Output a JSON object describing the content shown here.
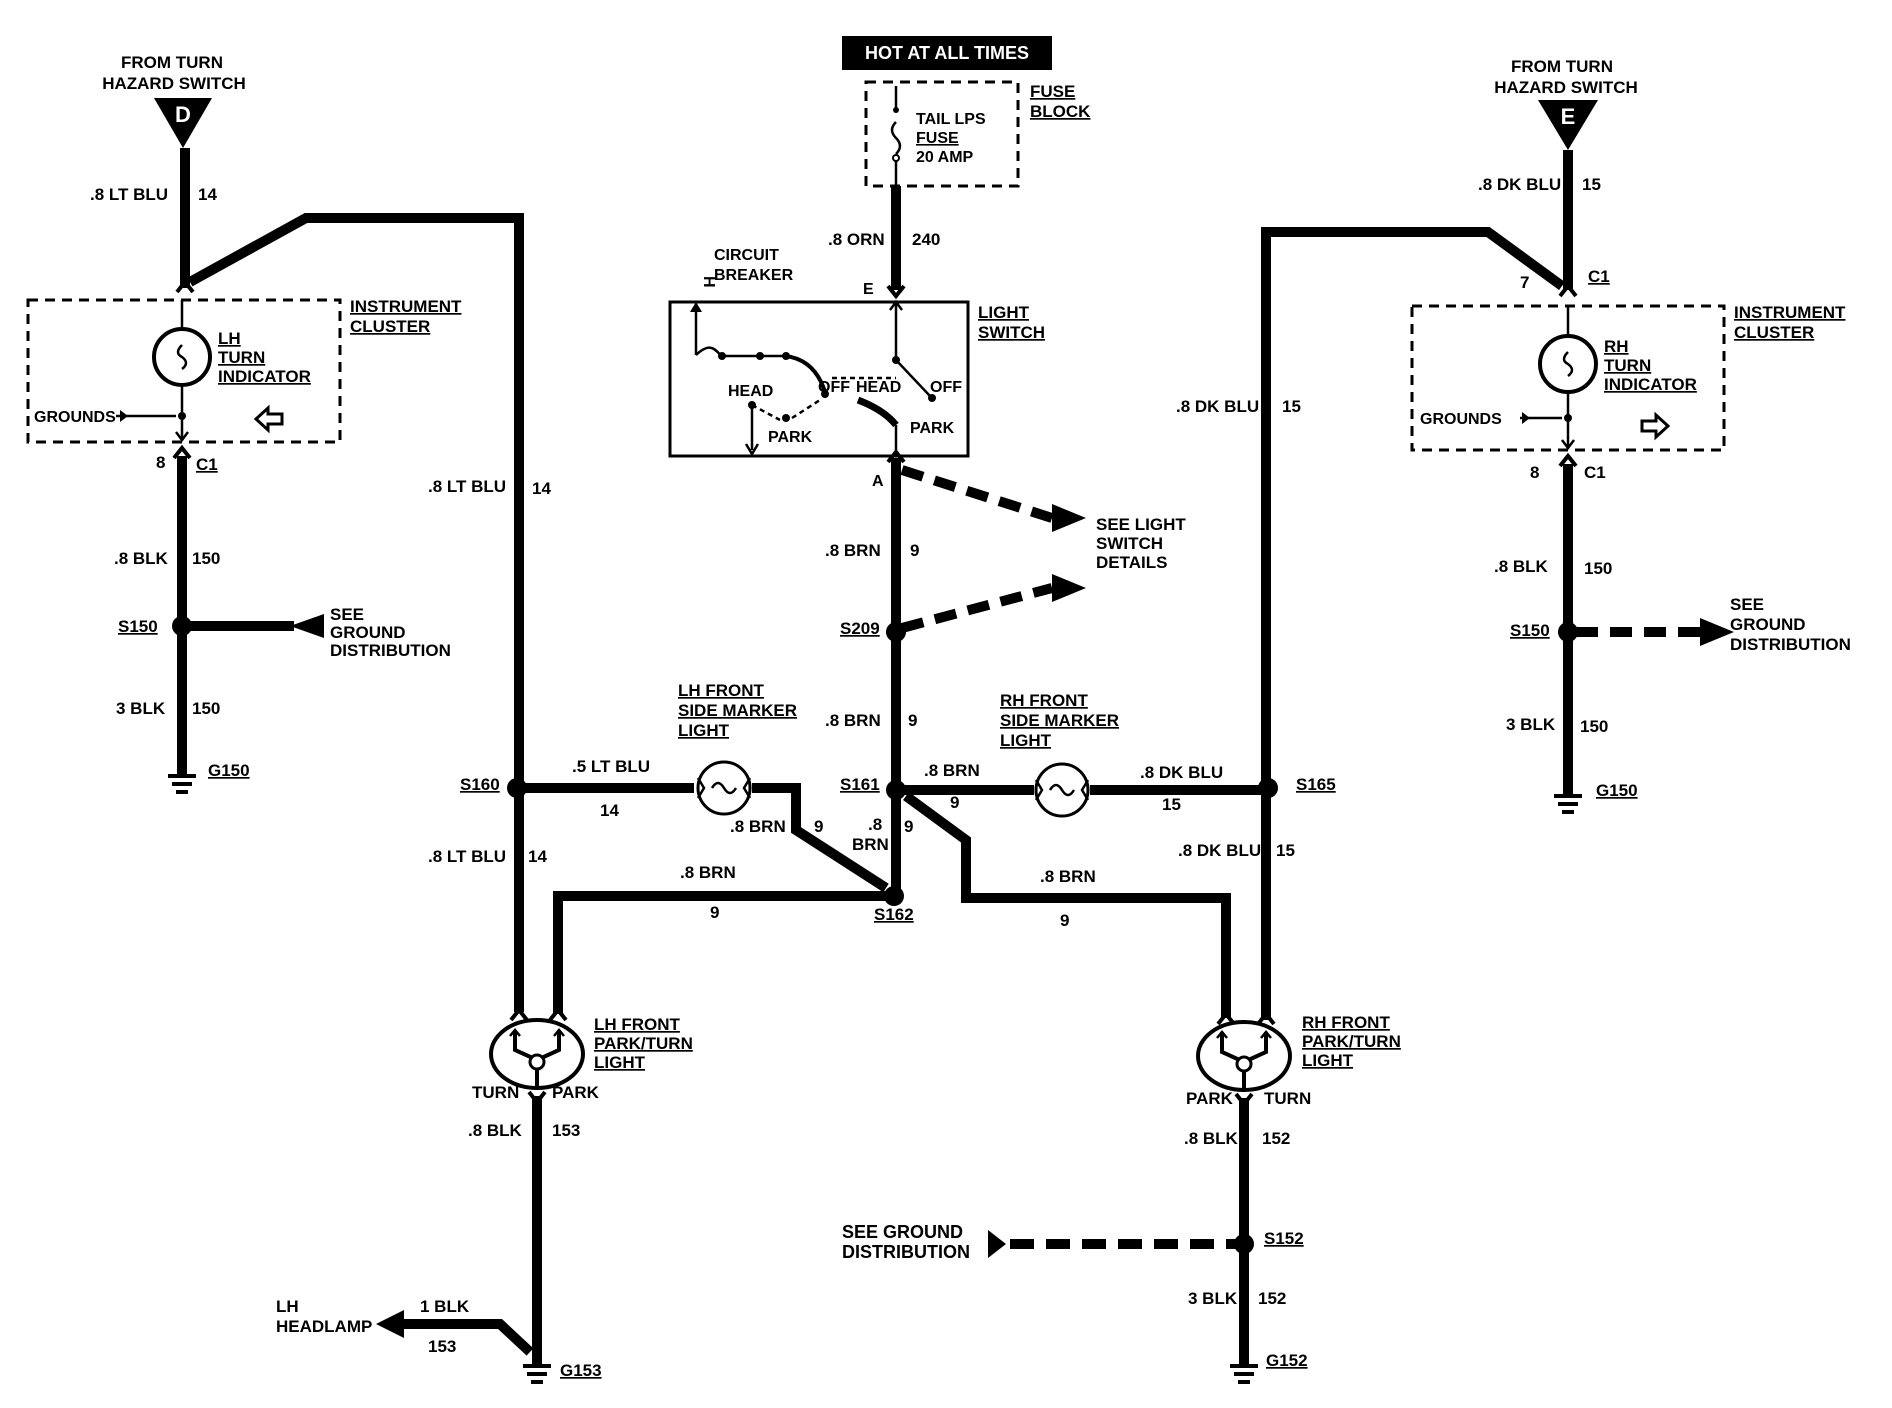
{
  "hot_at_all_times": "HOT AT ALL TIMES",
  "fuse_block": {
    "title_1": "FUSE",
    "title_2": "BLOCK",
    "fuse_line1": "TAIL LPS",
    "fuse_line2": "FUSE",
    "fuse_line3": "20 AMP"
  },
  "light_switch": {
    "title_1": "LIGHT",
    "title_2": "SWITCH",
    "circuit_breaker_1": "CIRCUIT",
    "circuit_breaker_2": "BREAKER",
    "head_left": "HEAD",
    "off_left": "OFF",
    "park_left": "PARK",
    "head_right": "HEAD",
    "off_right": "OFF",
    "park_right": "PARK",
    "term_h": "H",
    "term_e": "E",
    "term_a": "A"
  },
  "see_light_switch": {
    "line1": "SEE LIGHT",
    "line2": "SWITCH",
    "line3": "DETAILS"
  },
  "left": {
    "from_1": "FROM TURN",
    "from_2": "HAZARD SWITCH",
    "connector": "D",
    "wire_top_color": ".8 LT BLU",
    "wire_top_circuit": "14",
    "cluster_1": "INSTRUMENT",
    "cluster_2": "CLUSTER",
    "indicator_1": "LH",
    "indicator_2": "TURN",
    "indicator_3": "INDICATOR",
    "grounds": "GROUNDS",
    "pin": "8",
    "c1": "C1",
    "wire_blk_color": ".8 BLK",
    "wire_blk_circuit": "150",
    "splice": "S150",
    "see_ground_1": "SEE",
    "see_ground_2": "GROUND",
    "see_ground_3": "DISTRIBUTION",
    "wire_3blk_color": "3 BLK",
    "wire_3blk_circuit": "150",
    "ground": "G150"
  },
  "right": {
    "from_1": "FROM TURN",
    "from_2": "HAZARD SWITCH",
    "connector": "E",
    "wire_top_color": ".8 DK BLU",
    "wire_top_circuit": "15",
    "pin_7": "7",
    "c1_top": "C1",
    "cluster_1": "INSTRUMENT",
    "cluster_2": "CLUSTER",
    "indicator_1": "RH",
    "indicator_2": "TURN",
    "indicator_3": "INDICATOR",
    "grounds": "GROUNDS",
    "pin": "8",
    "c1": "C1",
    "wire_blk_color": ".8 BLK",
    "wire_blk_circuit": "150",
    "splice": "S150",
    "see_ground_1": "SEE",
    "see_ground_2": "GROUND",
    "see_ground_3": "DISTRIBUTION",
    "wire_3blk_color": "3 BLK",
    "wire_3blk_circuit": "150",
    "ground": "G150"
  },
  "center": {
    "wire_orn_color": ".8 ORN",
    "wire_orn_circuit": "240",
    "wire_brn_a_color": ".8 BRN",
    "wire_brn_a_circuit": "9",
    "splice_s209": "S209",
    "wire_brn_b_color": ".8 BRN",
    "wire_brn_b_circuit": "9",
    "splice_s161": "S161",
    "wire_brn_c_color_1": ".8",
    "wire_brn_c_color_2": "BRN",
    "wire_brn_c_circuit": "9",
    "splice_s162": "S162"
  },
  "lh_marker": {
    "title_1": "LH FRONT",
    "title_2": "SIDE MARKER",
    "title_3": "LIGHT",
    "wire_in_color": ".5 LT BLU",
    "wire_in_circuit": "14",
    "wire_out_color": ".8 BRN",
    "wire_out_circuit": "9"
  },
  "rh_marker": {
    "title_1": "RH FRONT",
    "title_2": "SIDE MARKER",
    "title_3": "LIGHT",
    "wire_in_color": ".8 BRN",
    "wire_in_circuit": "9",
    "wire_out_color": ".8 DK BLU",
    "wire_out_circuit": "15"
  },
  "lh_branch": {
    "wire_14_color": ".8 LT BLU",
    "wire_14_circuit": "14",
    "splice_s160": "S160",
    "wire_14b_color": ".8 LT BLU",
    "wire_14b_circuit": "14",
    "wire_brn_color": ".8 BRN",
    "wire_brn_circuit": "9",
    "lamp_1": "LH FRONT",
    "lamp_2": "PARK/TURN",
    "lamp_3": "LIGHT",
    "turn": "TURN",
    "park": "PARK",
    "wire_blk_color": ".8 BLK",
    "wire_blk_circuit": "153",
    "headlamp_1": "LH",
    "headlamp_2": "HEADLAMP",
    "wire_1blk_color": "1 BLK",
    "wire_1blk_circuit": "153",
    "ground": "G153"
  },
  "rh_branch": {
    "wire_15_color": ".8 DK BLU",
    "wire_15_circuit": "15",
    "splice_s165": "S165",
    "wire_15b_color": ".8 DK BLU",
    "wire_15b_circuit": "15",
    "wire_brn_color": ".8 BRN",
    "wire_brn_circuit": "9",
    "lamp_1": "RH FRONT",
    "lamp_2": "PARK/TURN",
    "lamp_3": "LIGHT",
    "park": "PARK",
    "turn": "TURN",
    "wire_blk_color": ".8 BLK",
    "wire_blk_circuit": "152",
    "see_ground_1": "SEE GROUND",
    "see_ground_2": "DISTRIBUTION",
    "splice_s152": "S152",
    "wire_3blk_color": "3 BLK",
    "wire_3blk_circuit": "152",
    "ground": "G152"
  }
}
